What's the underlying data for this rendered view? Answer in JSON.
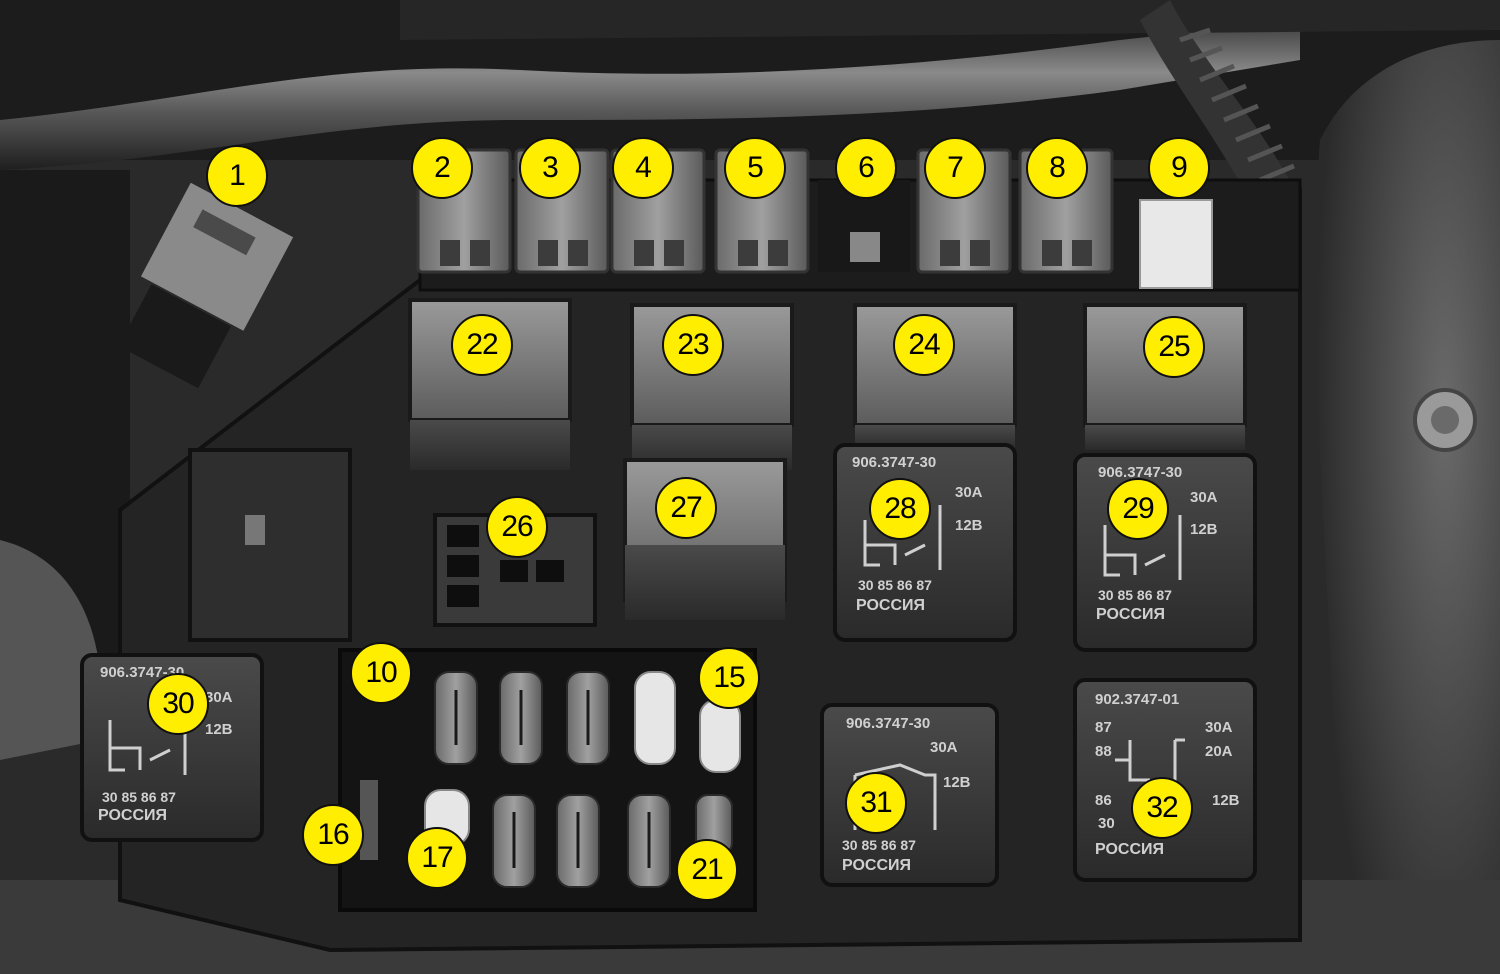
{
  "colors": {
    "marker_fill": "#ffee00",
    "marker_border": "#101010"
  },
  "markers": [
    {
      "number": "1"
    },
    {
      "number": "2"
    },
    {
      "number": "3"
    },
    {
      "number": "4"
    },
    {
      "number": "5"
    },
    {
      "number": "6"
    },
    {
      "number": "7"
    },
    {
      "number": "8"
    },
    {
      "number": "9"
    },
    {
      "number": "10"
    },
    {
      "number": "15"
    },
    {
      "number": "16"
    },
    {
      "number": "17"
    },
    {
      "number": "21"
    },
    {
      "number": "22"
    },
    {
      "number": "23"
    },
    {
      "number": "24"
    },
    {
      "number": "25"
    },
    {
      "number": "26"
    },
    {
      "number": "27"
    },
    {
      "number": "28"
    },
    {
      "number": "29"
    },
    {
      "number": "30"
    },
    {
      "number": "31"
    },
    {
      "number": "32"
    }
  ],
  "relay_labels": {
    "r28": {
      "part": "906.3747-30",
      "amps": "30A",
      "volts": "12В",
      "pins": "30 85 86 87",
      "country": "РОССИЯ"
    },
    "r29": {
      "part": "906.3747-30",
      "amps": "30A",
      "volts": "12В",
      "pins": "30 85 86 87",
      "country": "РОССИЯ"
    },
    "r30": {
      "part": "906.3747-30",
      "amps": "30A",
      "volts": "12В",
      "pins": "30 85 86 87",
      "country": "РОССИЯ"
    },
    "r31": {
      "part": "906.3747-30",
      "amps": "30A",
      "volts": "12В",
      "pins": "30 85 86 87",
      "country": "РОССИЯ"
    },
    "r32": {
      "part": "902.3747-01",
      "amps_a": "30A",
      "amps_b": "20A",
      "volts": "12В",
      "pin_87": "87",
      "pin_88": "88",
      "pin_86": "86",
      "pin_30": "30",
      "country": "РОССИЯ"
    }
  }
}
